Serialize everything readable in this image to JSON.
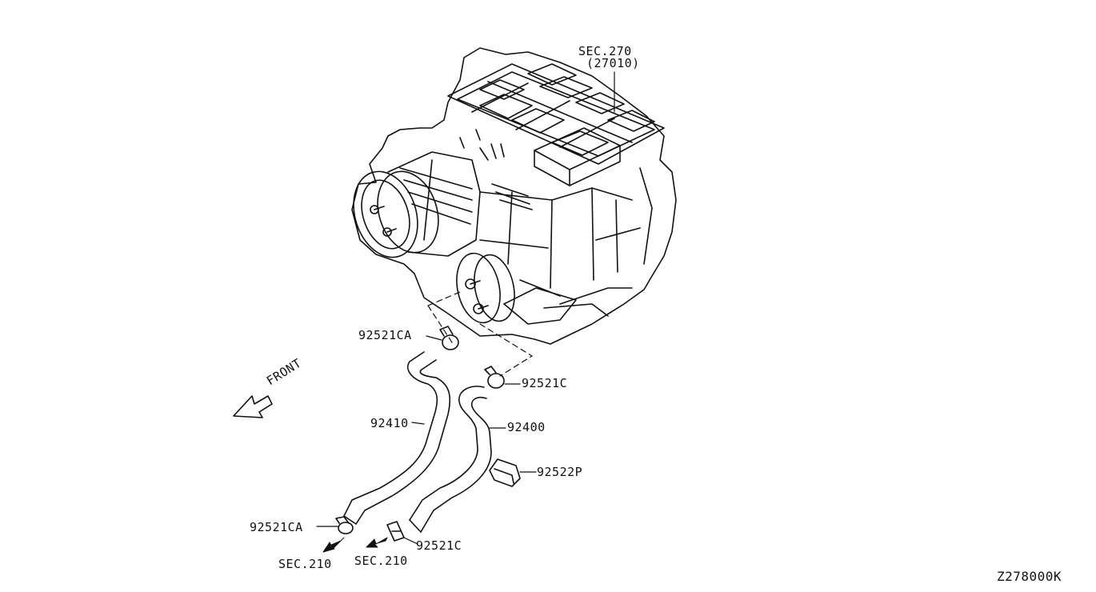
{
  "section_ref": {
    "code": "SEC.270",
    "part": "(27010)"
  },
  "orientation": "FRONT",
  "parts": {
    "clamp_upper_left": "92521CA",
    "clamp_upper_right": "92521C",
    "hose_inlet": "92410",
    "hose_outlet": "92400",
    "grommet": "92522P",
    "clamp_lower_left": "92521CA",
    "clamp_lower_right": "92521C"
  },
  "engine_refs": {
    "left": "SEC.210",
    "right": "SEC.210"
  },
  "diagram_id": "Z278000K"
}
